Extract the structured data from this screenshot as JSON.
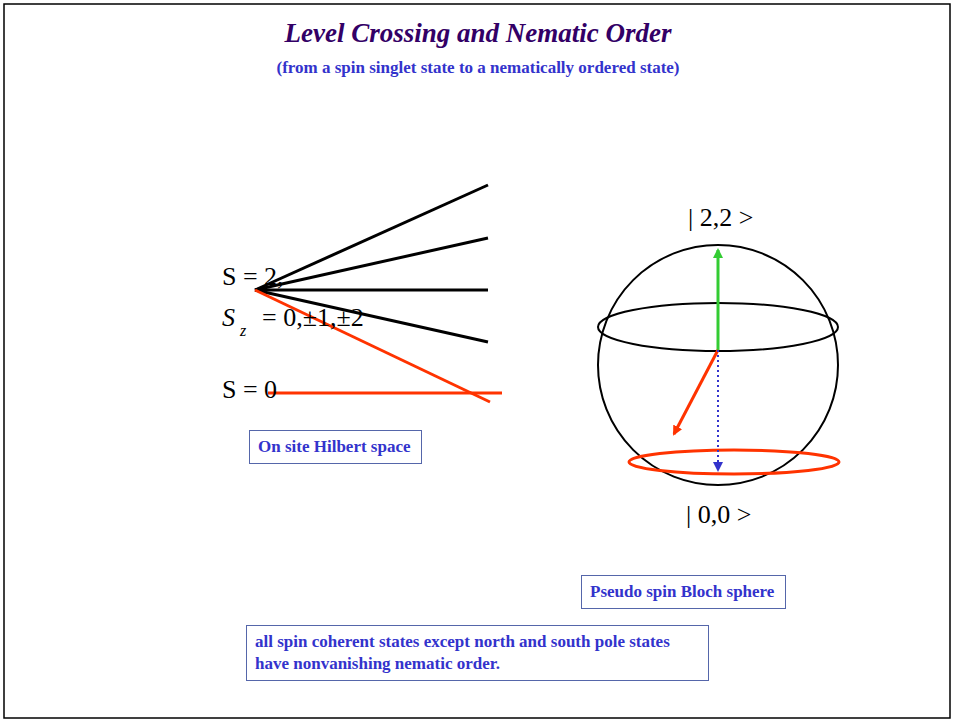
{
  "diagram": {
    "title": "Level Crossing and Nematic Order",
    "nodes": [
      {
        "text": [
          "On site Hilbert space"
        ]
      },
      {
        "text": [
          "Pseudo spin Bloch sphere"
        ]
      },
      {
        "text": [
          "all spin coherent states except north and south pole states have nonvanishing nematic order."
        ]
      }
    ],
    "edges": [],
    "labels": [
      "(from a spin singlet state to a nematically ordered state)",
      "S = 2,",
      "S",
      "z",
      "= 0,±1,±2",
      "S = 0",
      "| 2,2 >",
      "| 0,0 >"
    ]
  }
}
